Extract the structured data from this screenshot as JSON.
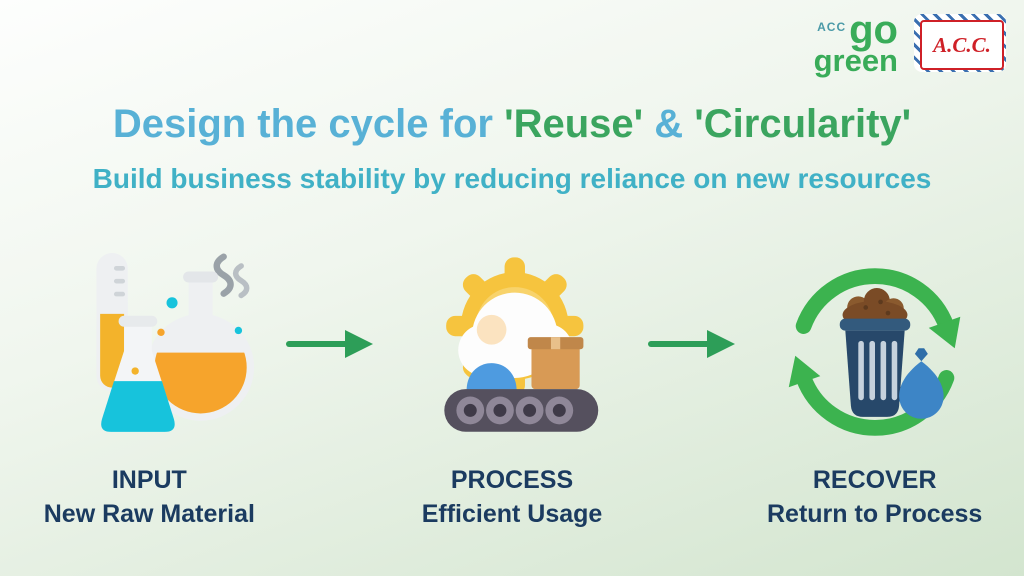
{
  "page": {
    "title": {
      "prefix": "Design the cycle for ",
      "highlight1": "'Reuse'",
      "connector": " & ",
      "highlight2": "'Circularity'"
    },
    "subtitle": "Build business stability by reducing reliance on new resources"
  },
  "logo": {
    "acc_small": "ACC",
    "go": "go",
    "green": "green",
    "badge": "A.C.C."
  },
  "stages": [
    {
      "label": "INPUT",
      "sublabel": "New Raw Material",
      "icon": "flasks-icon"
    },
    {
      "label": "PROCESS",
      "sublabel": "Efficient Usage",
      "icon": "production-line-icon"
    },
    {
      "label": "RECOVER",
      "sublabel": "Return to Process",
      "icon": "recycle-bin-icon"
    }
  ],
  "colors": {
    "title_blue": "#58b1d6",
    "title_green": "#3ba55f",
    "subtitle_teal": "#40b1c6",
    "label_navy": "#1b3b60",
    "arrow_green": "#2d9e58",
    "logo_green": "#39ac59",
    "badge_red": "#cf2027",
    "background_top": "#fdfefd",
    "background_bottom": "#d3e5cf"
  }
}
